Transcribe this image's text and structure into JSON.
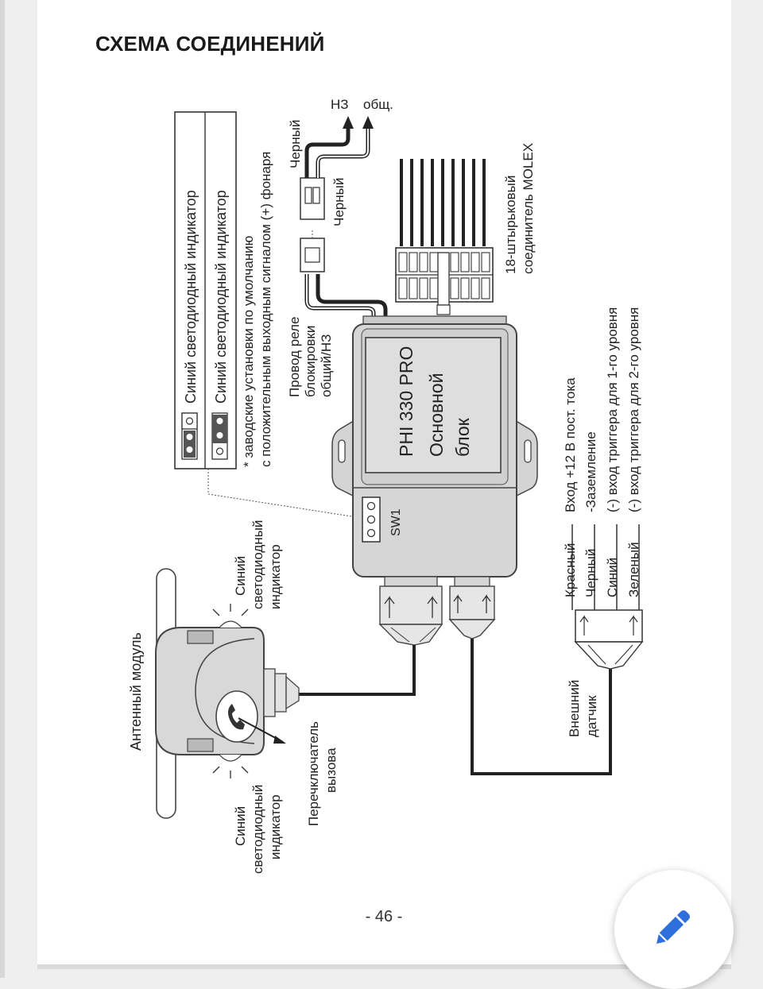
{
  "title": "СХЕМА СОЕДИНЕНИЙ",
  "page_number": "- 46 -",
  "legend": {
    "row1": "Синий светодиодный индикатор",
    "row2": "Синий светодиодный индикатор",
    "note_line1": "* заводские установки по умолчанию",
    "note_line2": "с положительным выходным сигналом (+) фонаря"
  },
  "relay": {
    "nz": "НЗ",
    "common": "общ.",
    "wire1": "Черный",
    "wire2": "Черный",
    "label_line1": "Провод реле",
    "label_line2": "блокировки",
    "label_line3": "общий/НЗ"
  },
  "molex": {
    "line1": "18-штырьковый",
    "line2": "соединитель MOLEX"
  },
  "main_unit": {
    "line1": "PHI 330 PRO",
    "line2": "Основной",
    "line3": "блок",
    "switch": "SW1"
  },
  "power_inputs": {
    "wires": [
      "Красный",
      "Черный",
      "Синий",
      "Зеленый"
    ],
    "descriptions": [
      "Вход +12 В пост. тока",
      "-Заземление",
      "(-) вход триггера для 1-го уровня",
      "(-) вход триггера для 2-го уровня"
    ]
  },
  "external_sensor": {
    "line1": "Внешний",
    "line2": "датчик"
  },
  "antenna": {
    "label": "Антенный модуль",
    "led_top_line1": "Синий",
    "led_top_line2": "светодиодный",
    "led_top_line3": "индикатор",
    "led_bottom_line1": "Синий",
    "led_bottom_line2": "светодиодный",
    "led_bottom_line3": "индикатор",
    "call_switch_line1": "Перечключатель",
    "call_switch_line2": "вызова"
  },
  "icons": {
    "fab": "pencil-icon",
    "call": "phone-icon",
    "arrow": "arrow-up-icon"
  },
  "colors": {
    "accent": "#2f6fdc",
    "housing": "#dcdcdc",
    "housing_dark": "#bdbdbd"
  }
}
